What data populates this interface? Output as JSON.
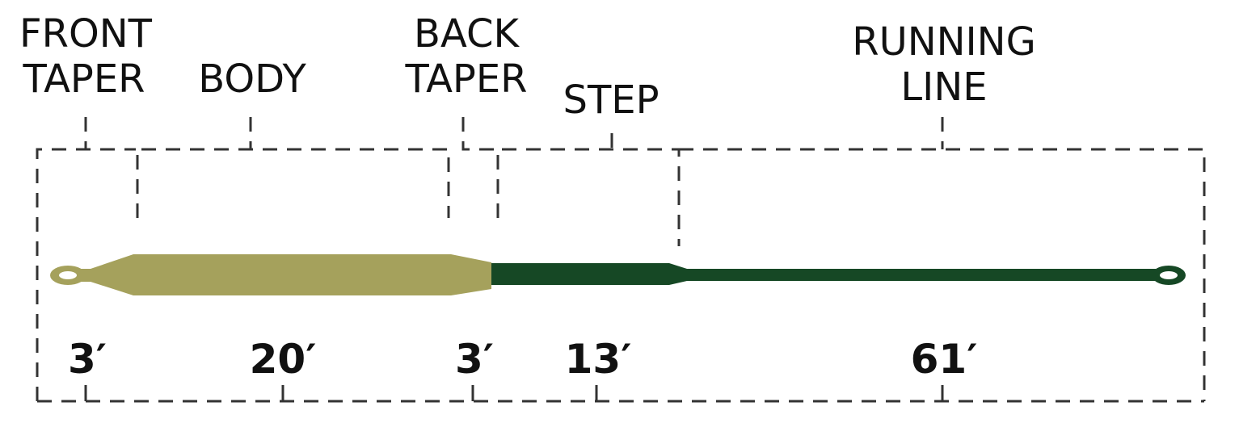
{
  "sections": [
    {
      "label_lines": [
        "FRONT",
        "TAPER"
      ],
      "length": "3′"
    },
    {
      "label_lines": [
        "BODY"
      ],
      "length": "20′"
    },
    {
      "label_lines": [
        "BACK",
        "TAPER"
      ],
      "length": "3′"
    },
    {
      "label_lines": [
        "STEP"
      ],
      "length": "13′"
    },
    {
      "label_lines": [
        "RUNNING",
        "LINE"
      ],
      "length": "61′"
    }
  ],
  "colors": {
    "head": "#a5a15c",
    "running_line": "#164825",
    "bracket": "#333333"
  }
}
